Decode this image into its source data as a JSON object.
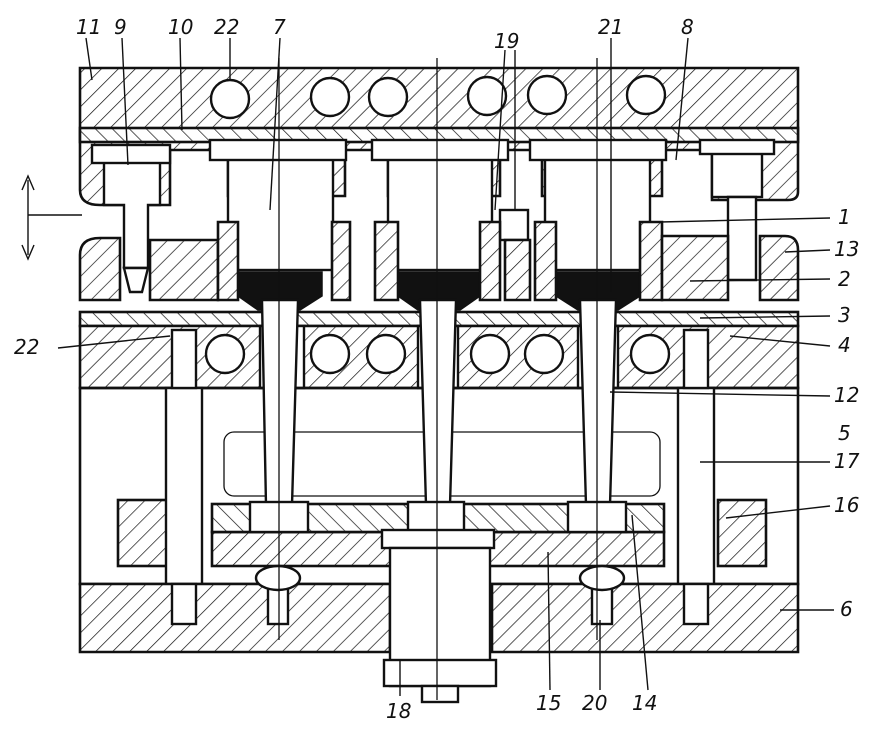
{
  "labels": {
    "l11": "11",
    "l9": "9",
    "l10": "10",
    "l22a": "22",
    "l7": "7",
    "l19": "19",
    "l21": "21",
    "l8": "8",
    "l1": "1",
    "l13": "13",
    "l2": "2",
    "l3": "3",
    "l22b": "22",
    "l4": "4",
    "l12": "12",
    "l5": "5",
    "l17": "17",
    "l16": "16",
    "l6": "6",
    "l18": "18",
    "l15": "15",
    "l20": "20",
    "l14": "14"
  }
}
